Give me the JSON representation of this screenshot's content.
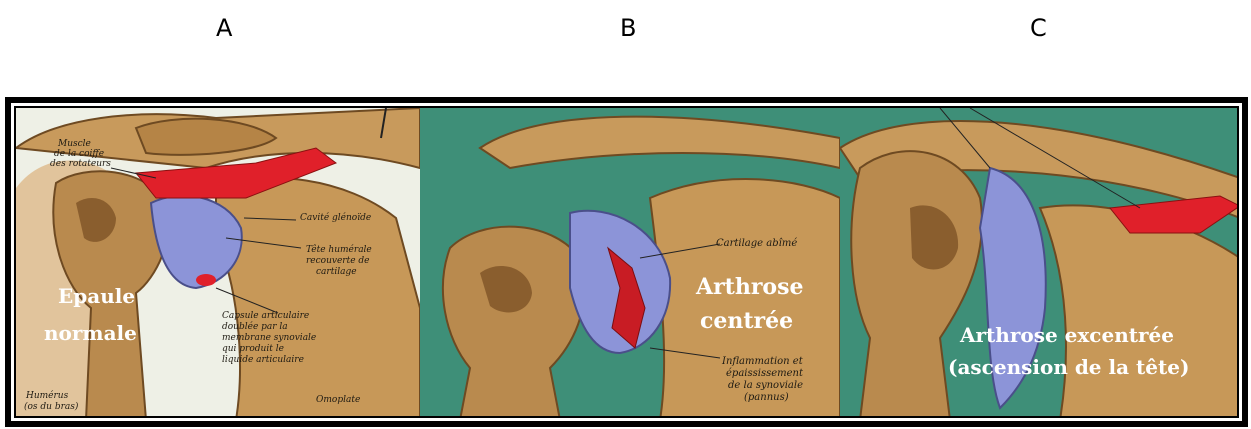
{
  "headers": {
    "a": "A",
    "b": "B",
    "c": "C"
  },
  "panel_a": {
    "title_line1": "Epaule",
    "title_line2": "normale",
    "ann_muscle": [
      "Muscle",
      "de la coiffe",
      "des rotateurs"
    ],
    "ann_cavite": "Cavité glénoïde",
    "ann_tete": [
      "Tête humérale",
      "recouverte de",
      "cartilage"
    ],
    "ann_capsule": [
      "Capsule articulaire",
      "doublée par la",
      "membrane synoviale",
      "qui produit le",
      "liquide articulaire"
    ],
    "ann_humerus": [
      "Humérus",
      "(os du bras)"
    ],
    "ann_omoplate": "Omoplate"
  },
  "panel_b": {
    "title_line1": "Arthrose",
    "title_line2": "centrée",
    "ann_cartilage": "Cartilage abîmé",
    "ann_inflam": [
      "Inflammation et",
      "épaississement",
      "de la synoviale",
      "(pannus)"
    ]
  },
  "panel_c": {
    "title_line1": "Arthrose excentrée",
    "title_line2": "(ascension de la tête)"
  },
  "colors": {
    "bone": "#b98a4e",
    "bone_dark": "#7a5428",
    "bg_a": "#eef0e6",
    "bg_green": "#3e8f78",
    "cartilage": "#8c94d8",
    "red": "#e0202a"
  }
}
